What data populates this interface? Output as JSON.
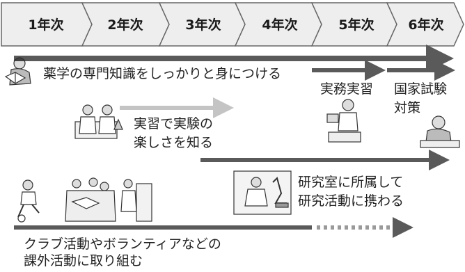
{
  "timeline": {
    "years": [
      "1年次",
      "2年次",
      "3年次",
      "4年次",
      "5年次",
      "6年次"
    ]
  },
  "activities": {
    "specialized_knowledge": "薬学の専門知識をしっかりと身につける",
    "practical_training": "実務実習",
    "national_exam": {
      "line1": "国家試験",
      "line2": "対策"
    },
    "experiments": {
      "line1": "実習で実験の",
      "line2": "楽しさを知る"
    },
    "research": {
      "line1": "研究室に所属して",
      "line2": "研究活動に携わる"
    },
    "extracurricular": {
      "line1": "クラブ活動やボランティアなどの",
      "line2": "課外活動に取り組む"
    }
  },
  "illustrations": [
    "reading-student-icon",
    "lab-students-icon",
    "pharmacist-icon",
    "studying-student-icon",
    "microscope-researcher-icon",
    "club-activities-icon"
  ],
  "colors": {
    "chevron_fill": "#eeeeee",
    "chevron_stroke": "#666666",
    "arrow_dark": "#5a5a5a",
    "arrow_light": "#c4c4c4"
  }
}
